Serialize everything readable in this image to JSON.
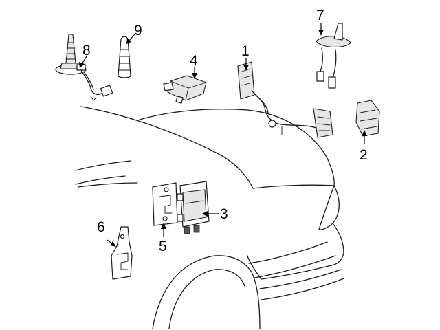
{
  "callouts": [
    {
      "id": "1",
      "text": "1"
    },
    {
      "id": "2",
      "text": "2"
    },
    {
      "id": "3",
      "text": "3"
    },
    {
      "id": "4",
      "text": "4"
    },
    {
      "id": "5",
      "text": "5"
    },
    {
      "id": "6",
      "text": "6"
    },
    {
      "id": "7",
      "text": "7"
    },
    {
      "id": "8",
      "text": "8"
    },
    {
      "id": "9",
      "text": "9"
    }
  ],
  "colors": {
    "line": "#1a1a1a",
    "background": "#ffffff",
    "fill_light": "#e6e6e6"
  }
}
